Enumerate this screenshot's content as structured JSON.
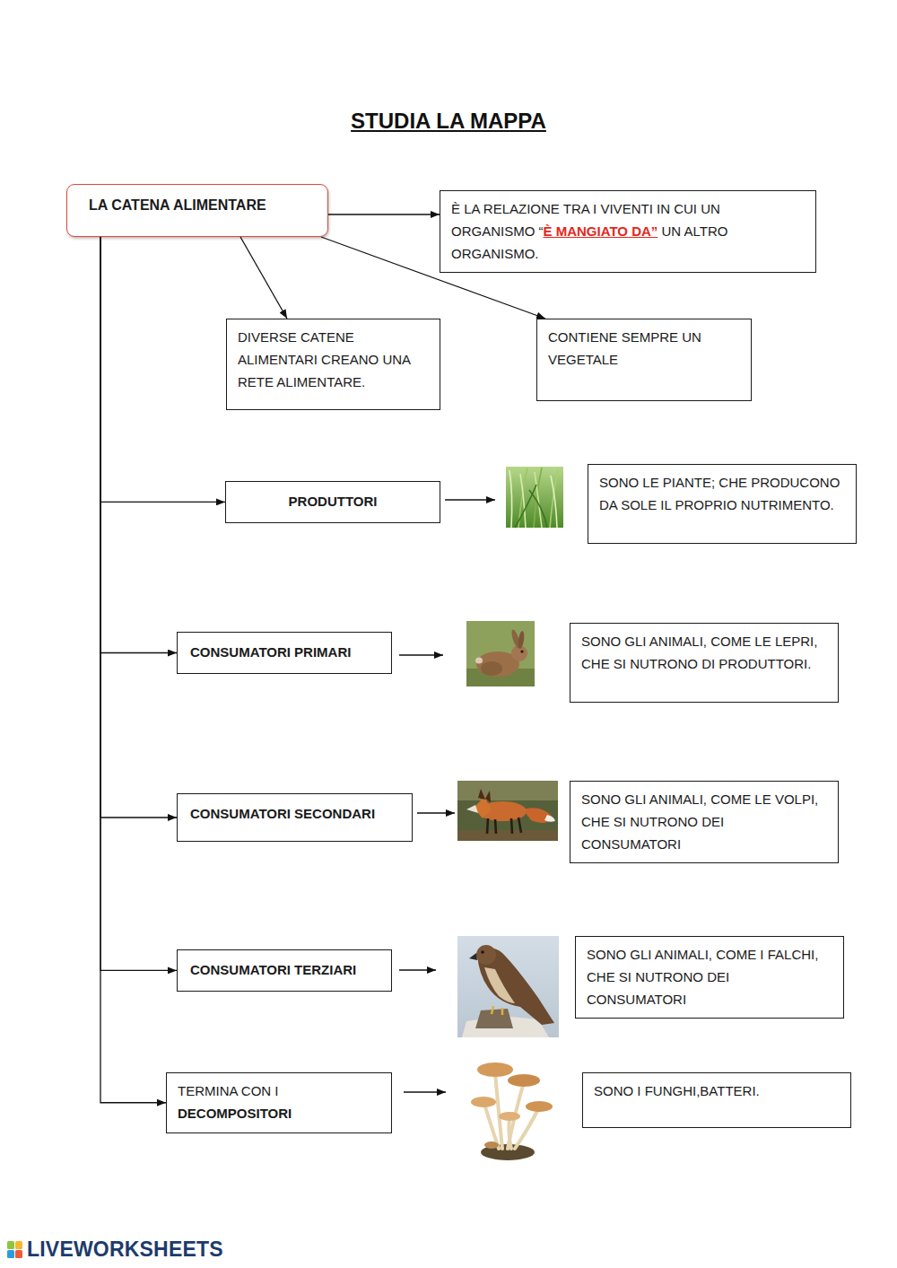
{
  "diagram": {
    "title": "STUDIA LA MAPPA",
    "nodes": [
      {
        "text": [
          "LA CATENA ALIMENTARE"
        ]
      },
      {
        "text": [
          "È LA RELAZIONE TRA I VIVENTI IN CUI UN ORGANISMO “",
          "È MANGIATO DA”",
          "UN ALTRO ORGANISMO."
        ]
      },
      {
        "text": [
          "DIVERSE CATENE ALIMENTARI CREANO UNA RETE ALIMENTARE."
        ]
      },
      {
        "text": [
          "CONTIENE SEMPRE UN VEGETALE"
        ]
      },
      {
        "text": [
          "PRODUTTORI"
        ]
      },
      {
        "text": [
          "SONO LE PIANTE; CHE PRODUCONO DA SOLE IL PROPRIO NUTRIMENTO."
        ]
      },
      {
        "text": [
          "CONSUMATORI PRIMARI"
        ]
      },
      {
        "text": [
          "SONO GLI ANIMALI, COME LE LEPRI, CHE SI NUTRONO DI PRODUTTORI."
        ]
      },
      {
        "text": [
          "CONSUMATORI SECONDARI"
        ]
      },
      {
        "text": [
          "SONO GLI ANIMALI, COME LE VOLPI, CHE SI NUTRONO DEI CONSUMATORI"
        ]
      },
      {
        "text": [
          "CONSUMATORI TERZIARI"
        ]
      },
      {
        "text": [
          "SONO GLI ANIMALI, COME I FALCHI, CHE SI NUTRONO DEI CONSUMATORI"
        ]
      },
      {
        "text": [
          "TERMINA CON I",
          "DECOMPOSITORI"
        ]
      },
      {
        "text": [
          "SONO I FUNGHI,BATTERI."
        ]
      }
    ],
    "edges": [
      {
        "from": 0,
        "to": 1,
        "arrow": "to"
      },
      {
        "from": 0,
        "to": 2,
        "arrow": "to"
      },
      {
        "from": 0,
        "to": 3,
        "arrow": "to"
      },
      {
        "from": 0,
        "to": 4,
        "arrow": "to"
      },
      {
        "from": 0,
        "to": 6,
        "arrow": "to"
      },
      {
        "from": 0,
        "to": 8,
        "arrow": "to"
      },
      {
        "from": 0,
        "to": 10,
        "arrow": "to"
      },
      {
        "from": 0,
        "to": 12,
        "arrow": "to"
      }
    ],
    "labels": [
      "LIVEWORKSHEETS"
    ]
  }
}
